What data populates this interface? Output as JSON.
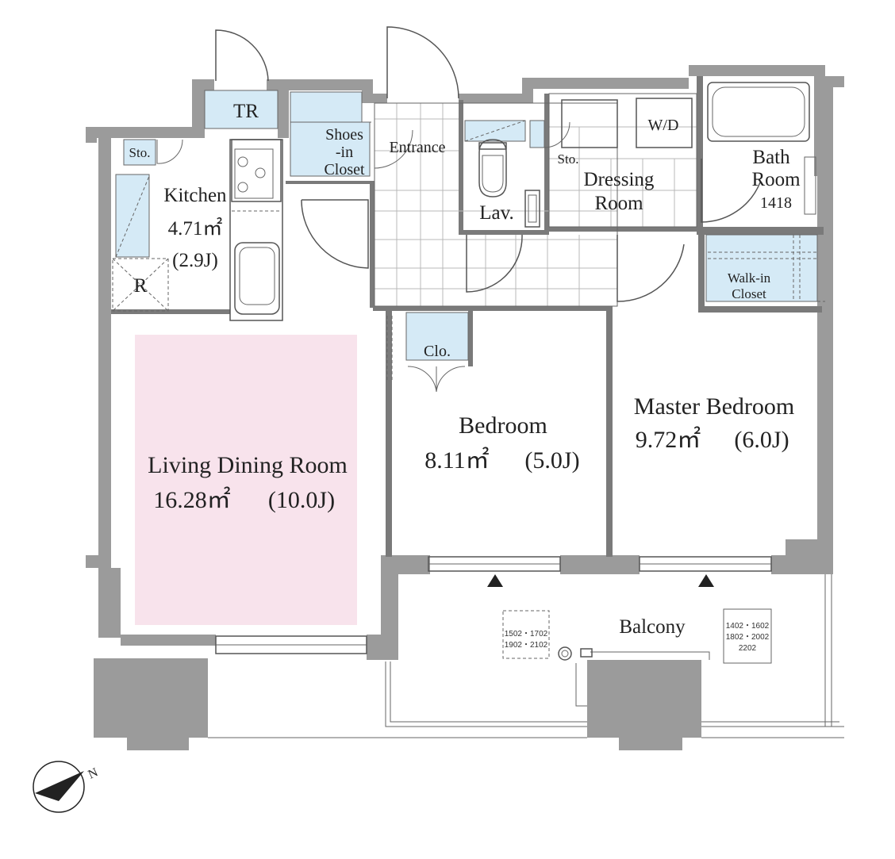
{
  "colors": {
    "wall": "#9b9b9b",
    "wall_edge": "#7a7a7a",
    "storage_fill": "#d5eaf6",
    "living_highlight": "#f8e3ec",
    "balcony_wall": "#b5b5b5",
    "compass": "#222222"
  },
  "rooms": {
    "tr": "TR",
    "storage_kitchen": "Sto.",
    "kitchen": {
      "name": "Kitchen",
      "area": "4.71㎡",
      "jo": "(2.9J)"
    },
    "fridge": "R",
    "shoes_closet": {
      "line1": "Shoes",
      "line2": "-in",
      "line3": "Closet"
    },
    "entrance": "Entrance",
    "lavatory": "Lav.",
    "storage_dressing": "Sto.",
    "washer_dryer": "W/D",
    "dressing": {
      "line1": "Dressing",
      "line2": "Room"
    },
    "bath": {
      "line1": "Bath",
      "line2": "Room",
      "line3": "1418"
    },
    "walk_in_closet": {
      "line1": "Walk-in",
      "line2": "Closet"
    },
    "closet": "Clo.",
    "bedroom": {
      "name": "Bedroom",
      "area": "8.11㎡",
      "jo": "(5.0J)"
    },
    "master_bedroom": {
      "name": "Master Bedroom",
      "area": "9.72㎡",
      "jo": "(6.0J)"
    },
    "living": {
      "name": "Living Dining Room",
      "area": "16.28㎡",
      "jo": "(10.0J)"
    },
    "balcony": "Balcony"
  },
  "balcony_notes": {
    "left": {
      "line1": "1502・1702",
      "line2": "1902・2102"
    },
    "right": {
      "line1": "1402・1602",
      "line2": "1802・2002",
      "line3": "2202"
    }
  },
  "compass": {
    "label": "N",
    "icon": "north-arrow-icon"
  }
}
